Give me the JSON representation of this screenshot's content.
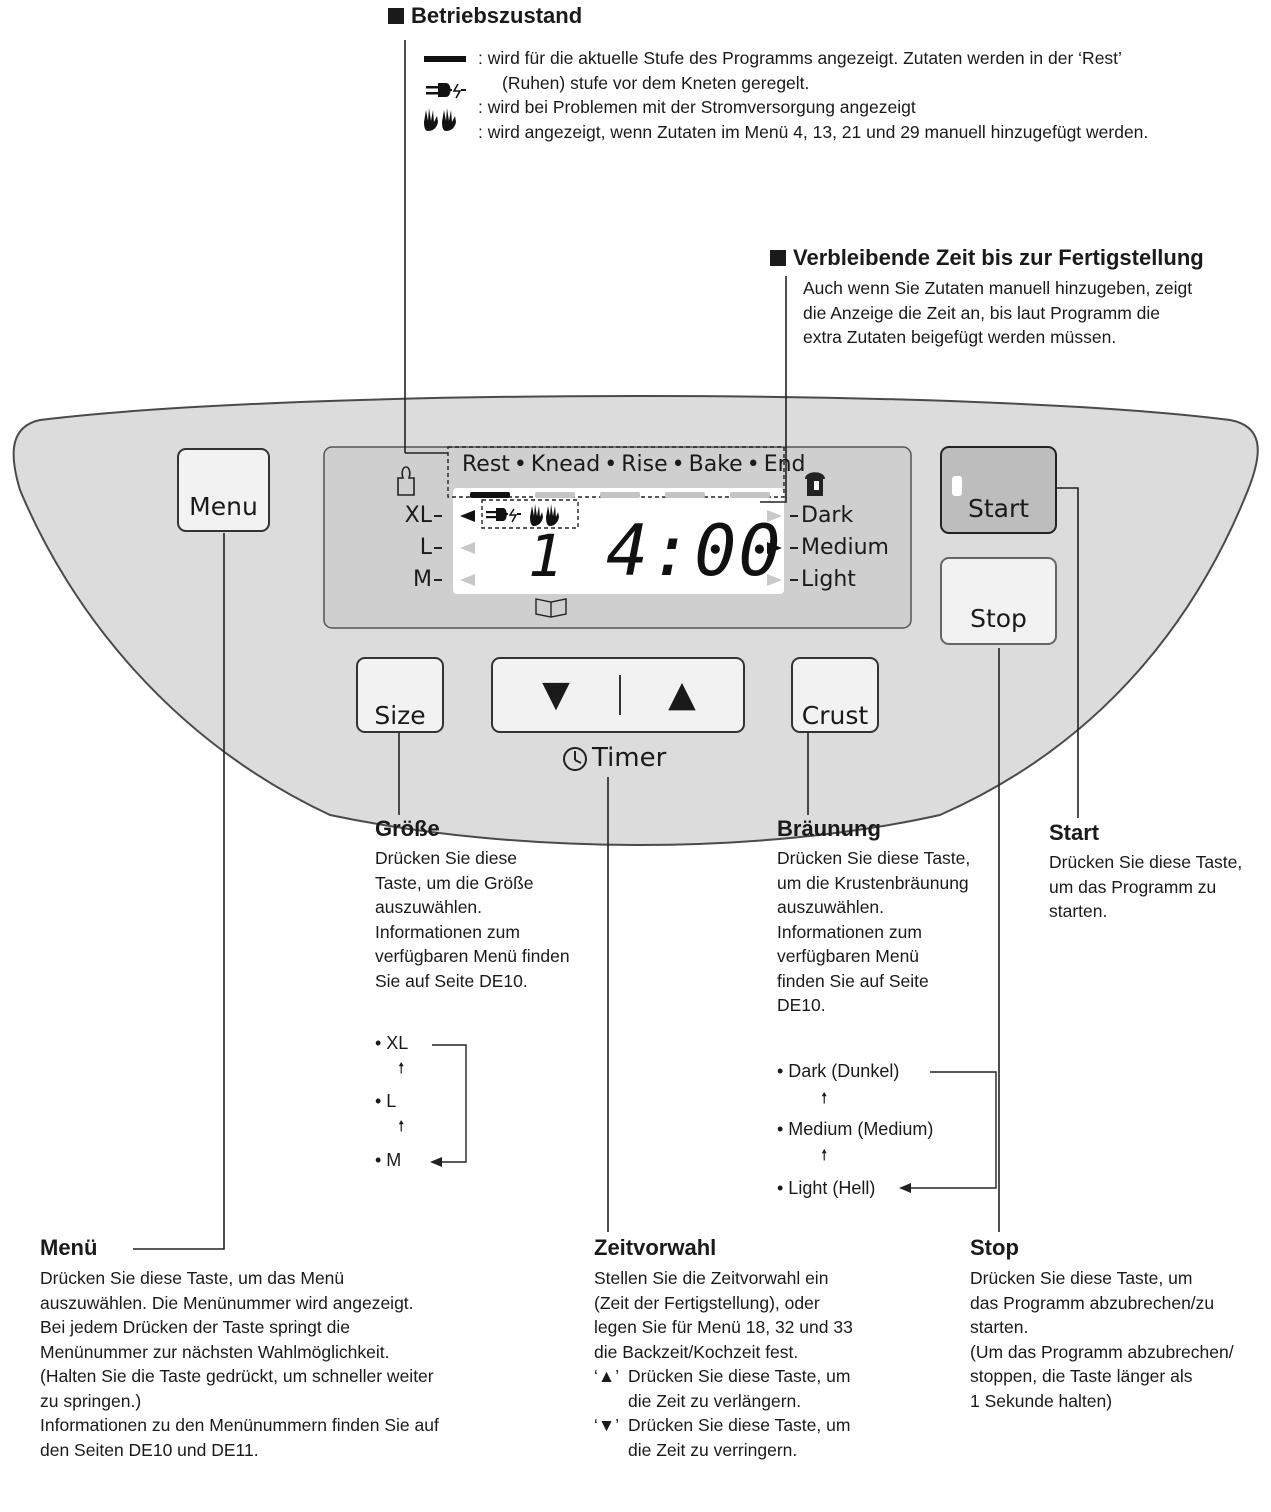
{
  "operation": {
    "title": "Betriebszustand",
    "line1": ": wird für die aktuelle Stufe des Programms angezeigt. Zutaten werden in der ‘Rest’",
    "line2": "(Ruhen) stufe vor dem Kneten geregelt.",
    "line3": ": wird bei Problemen mit der Stromversorgung angezeigt",
    "line4": ": wird angezeigt, wenn Zutaten im Menü 4, 13, 21 und 29 manuell hinzugefügt werden."
  },
  "remaining": {
    "title": "Verbleibende Zeit bis zur Fertigstellung",
    "line1": "Auch wenn Sie Zutaten manuell hinzugeben, zeigt",
    "line2": "die Anzeige die Zeit an, bis laut Programm die",
    "line3": "extra Zutaten beigefügt werden müssen."
  },
  "panel": {
    "menu_label": "Menu",
    "start_label": "Start",
    "stop_label": "Stop",
    "size_label": "Size",
    "crust_label": "Crust",
    "timer_label": "Timer",
    "down_symbol": "▼",
    "up_symbol": "▲",
    "stages": {
      "rest": "Rest",
      "knead": "Knead",
      "rise": "Rise",
      "bake": "Bake",
      "end": "End",
      "sep": "•"
    },
    "size_xl": "XL",
    "size_l": "L",
    "size_m": "M",
    "crust_dark": "Dark",
    "crust_medium": "Medium",
    "crust_light": "Light",
    "menu_number": "1",
    "time": "4:00"
  },
  "size": {
    "title": "Größe",
    "line1": "Drücken Sie diese",
    "line2": "Taste, um die Größe",
    "line3": "auszuwählen.",
    "line4": "Informationen zum",
    "line5": "verfügbaren Menü finden",
    "line6": "Sie auf Seite DE10.",
    "opt_xl": "• XL",
    "opt_l": "• L",
    "opt_m": "• M"
  },
  "crust": {
    "title": "Bräunung",
    "line1": "Drücken Sie diese Taste,",
    "line2": "um die Krustenbräunung",
    "line3": "auszuwählen.",
    "line4": "Informationen zum",
    "line5": "verfügbaren Menü",
    "line6": "finden Sie auf Seite",
    "line7": "DE10.",
    "opt_dark": "• Dark (Dunkel)",
    "opt_medium": "• Medium (Medium)",
    "opt_light": "• Light (Hell)"
  },
  "start": {
    "title": "Start",
    "line1": "Drücken Sie diese Taste,",
    "line2": "um das Programm zu",
    "line3": "starten."
  },
  "menu": {
    "title": "Menü",
    "line1": "Drücken Sie diese Taste, um das Menü",
    "line2": "auszuwählen. Die Menünummer wird angezeigt.",
    "line3": "Bei jedem Drücken der Taste springt die",
    "line4": "Menünummer zur nächsten Wahlmöglichkeit.",
    "line5": "(Halten Sie die Taste gedrückt, um schneller weiter",
    "line6": "zu springen.)",
    "line7": "Informationen zu den Menünummern finden Sie auf",
    "line8": "den Seiten DE10 und DE11."
  },
  "timer": {
    "title": "Zeitvorwahl",
    "line1": "Stellen Sie die Zeitvorwahl ein",
    "line2": "(Zeit der Fertigstellung), oder",
    "line3": "legen Sie für Menü 18, 32 und 33",
    "line4": "die Backzeit/Kochzeit fest.",
    "up_key": "‘▲’",
    "up_text1": "Drücken Sie diese Taste, um",
    "up_text2": "die Zeit zu verlängern.",
    "down_key": "‘▼’",
    "down_text1": "Drücken Sie diese Taste, um",
    "down_text2": "die Zeit zu verringern."
  },
  "stop": {
    "title": "Stop",
    "line1": "Drücken Sie diese Taste, um",
    "line2": "das Programm abzubrechen/zu",
    "line3": "starten.",
    "line4": "(Um das Programm abzubrechen/",
    "line5": "stoppen, die Taste länger als",
    "line6": "1 Sekunde halten)"
  }
}
